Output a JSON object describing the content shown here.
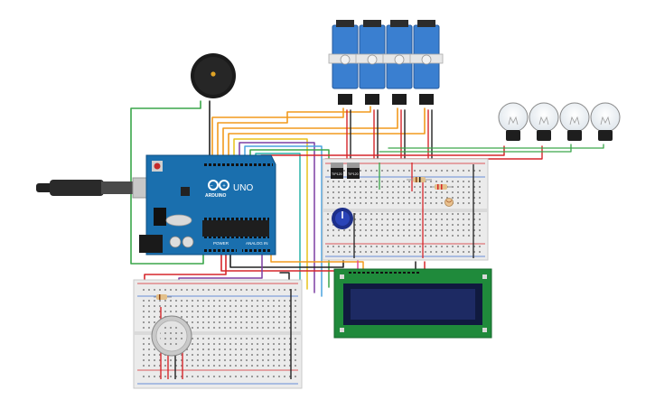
{
  "board": {
    "brand": "ARDUINO",
    "model": "UNO",
    "power_label": "POWER",
    "analog_label": "ANALOG IN"
  },
  "transistors": [
    "TIP120",
    "TIP120"
  ],
  "colors": {
    "board": "#1a6fae",
    "breadboard": "#ebebeb",
    "servo": "#3a7fd0",
    "lcd_frame": "#1f8a3b",
    "lcd_screen": "#1d2a63",
    "wire_red": "#d6262b",
    "wire_black": "#222222",
    "wire_green": "#3aa64a",
    "wire_orange": "#f29a1d",
    "wire_purple": "#7d3fa3",
    "wire_blue": "#4aa3df"
  },
  "components": {
    "servo_count": 4,
    "bulb_count": 4,
    "icons": [
      "buzzer-icon",
      "usb-cable-icon",
      "potentiometer-icon",
      "gas-sensor-icon",
      "photoresistor-icon",
      "lcd-16x2-icon"
    ]
  }
}
